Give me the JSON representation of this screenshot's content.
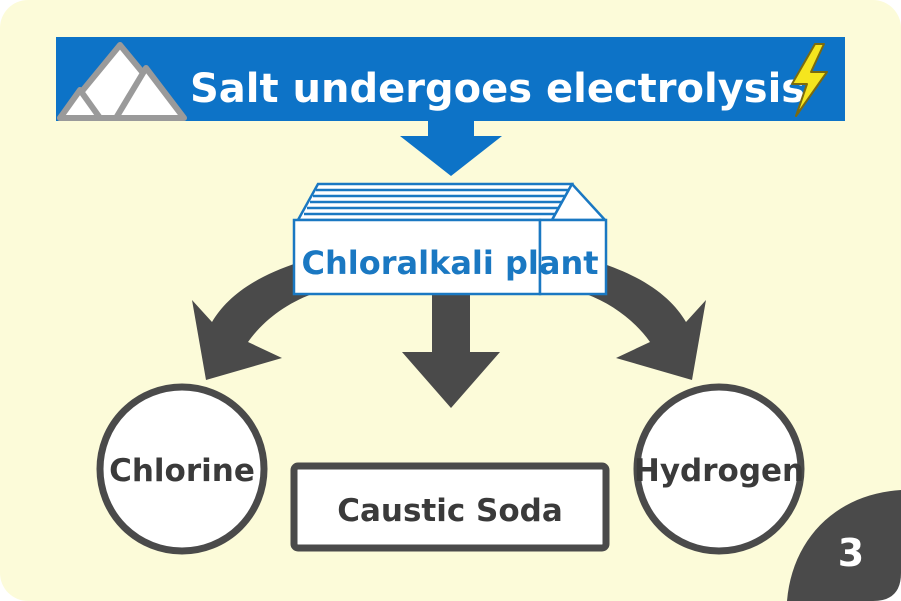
{
  "diagram": {
    "title": "Salt undergoes electrolysis",
    "plant_label": "Chloralkali plant",
    "products": {
      "left": "Chlorine",
      "center": "Caustic Soda",
      "right": "Hydrogen"
    },
    "step_number": "3"
  },
  "colors": {
    "background": "#fcfbd9",
    "banner": "#0d73c7",
    "plant_text": "#1a78c2",
    "arrow_dark": "#4a4a4a",
    "bolt": "#f5e51e"
  },
  "icons": [
    "mountain-icon",
    "lightning-bolt-icon",
    "factory-icon"
  ]
}
